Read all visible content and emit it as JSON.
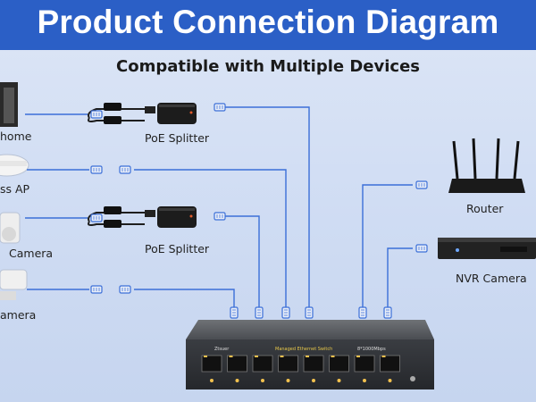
{
  "title": "Product Connection Diagram",
  "subtitle": "Compatible with Multiple Devices",
  "devices": {
    "left": [
      "home",
      "ss AP",
      "Camera",
      "amera"
    ],
    "right": [
      "Router",
      "NVR Camera"
    ],
    "splitters": [
      "PoE Splitter",
      "PoE Splitter"
    ]
  },
  "switch": {
    "brand": "Ztsuer",
    "model": "Managed Ethernet Switch",
    "speed": "8*1000Mbps",
    "port_count": 8
  },
  "colors": {
    "banner": "#2b5fc6",
    "cable": "#3b6fd8",
    "device": "#1e1e1e"
  }
}
